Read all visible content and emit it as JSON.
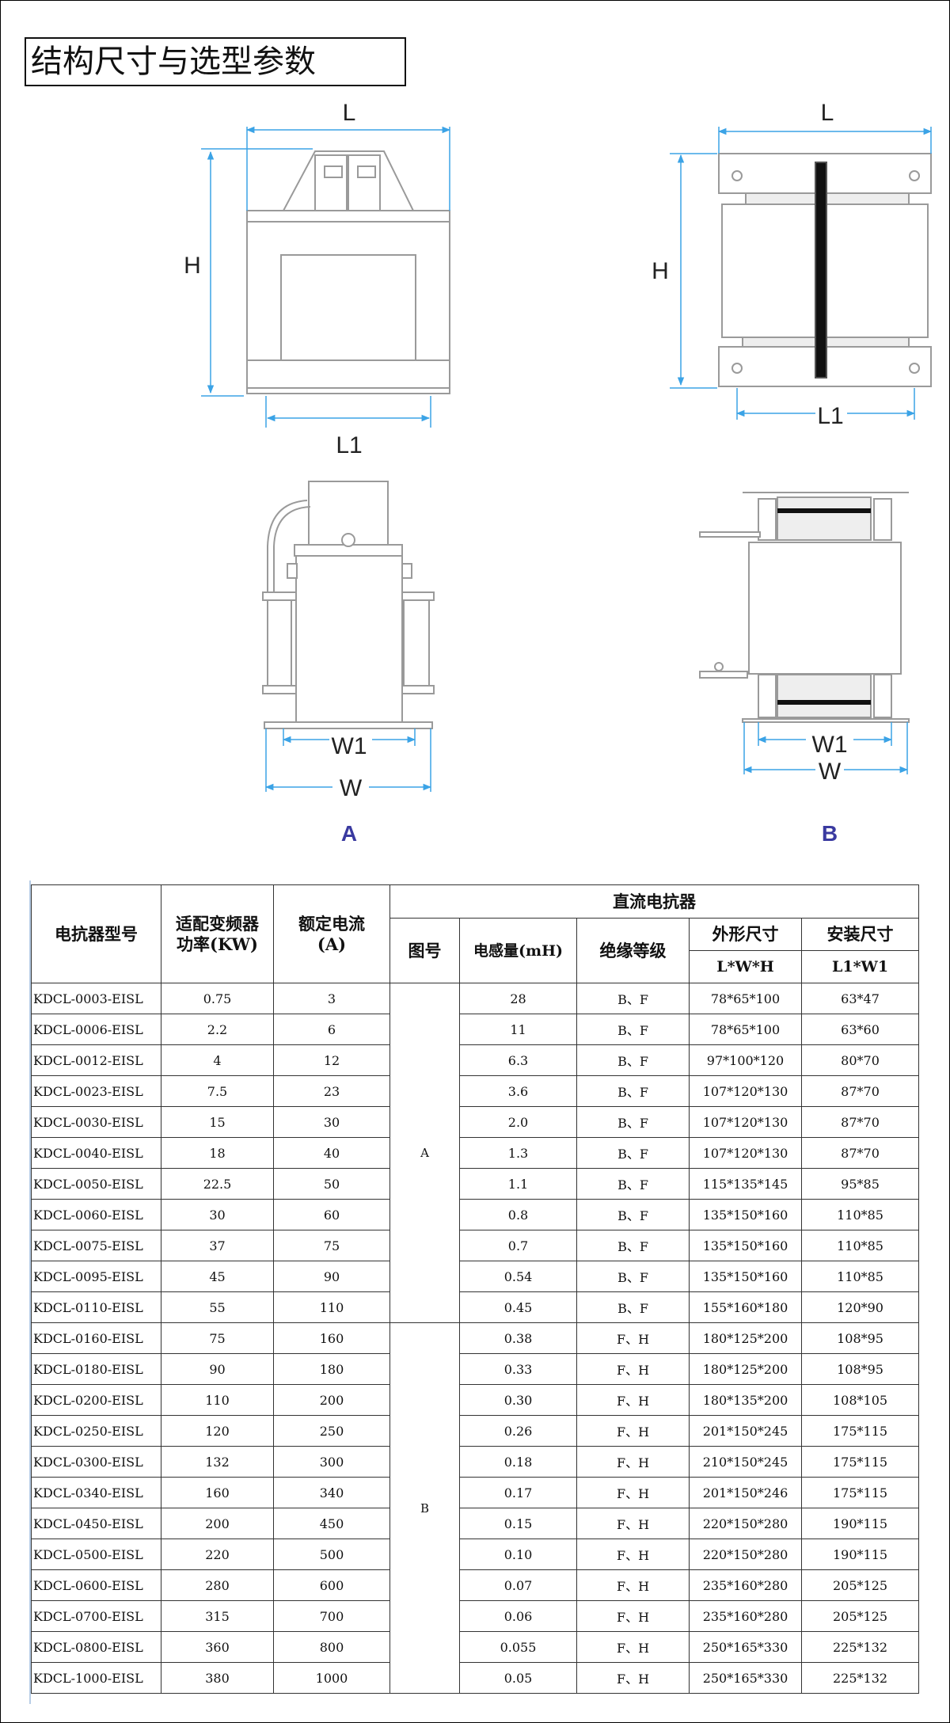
{
  "title": "结构尺寸与选型参数",
  "drawings": {
    "A": {
      "label": "A",
      "dims": {
        "L": "L",
        "H": "H",
        "L1": "L1",
        "W1": "W1",
        "W": "W"
      }
    },
    "B": {
      "label": "B",
      "dims": {
        "L": "L",
        "H": "H",
        "L1": "L1",
        "W1": "W1",
        "W": "W"
      }
    }
  },
  "colors": {
    "dimension_line": "#3ba3e6",
    "figure_label": "#3a3aa0"
  },
  "table": {
    "headers": {
      "model": "电抗器型号",
      "power_line1": "适配变频器",
      "power_line2": "功率(KW)",
      "current_line1": "额定电流",
      "current_line2": "(A)",
      "group": "直流电抗器",
      "figure": "图号",
      "inductance": "电感量(mH)",
      "insulation": "绝缘等级",
      "outline": "外形尺寸",
      "outline_sub": "L*W*H",
      "mount": "安装尺寸",
      "mount_sub": "L1*W1"
    },
    "figure_groups": [
      {
        "label": "A",
        "rows": 11
      },
      {
        "label": "B",
        "rows": 12
      }
    ],
    "rows": [
      [
        "KDCL-0003-EISL",
        "0.75",
        "3",
        "28",
        "B、F",
        "78*65*100",
        "63*47"
      ],
      [
        "KDCL-0006-EISL",
        "2.2",
        "6",
        "11",
        "B、F",
        "78*65*100",
        "63*60"
      ],
      [
        "KDCL-0012-EISL",
        "4",
        "12",
        "6.3",
        "B、F",
        "97*100*120",
        "80*70"
      ],
      [
        "KDCL-0023-EISL",
        "7.5",
        "23",
        "3.6",
        "B、F",
        "107*120*130",
        "87*70"
      ],
      [
        "KDCL-0030-EISL",
        "15",
        "30",
        "2.0",
        "B、F",
        "107*120*130",
        "87*70"
      ],
      [
        "KDCL-0040-EISL",
        "18",
        "40",
        "1.3",
        "B、F",
        "107*120*130",
        "87*70"
      ],
      [
        "KDCL-0050-EISL",
        "22.5",
        "50",
        "1.1",
        "B、F",
        "115*135*145",
        "95*85"
      ],
      [
        "KDCL-0060-EISL",
        "30",
        "60",
        "0.8",
        "B、F",
        "135*150*160",
        "110*85"
      ],
      [
        "KDCL-0075-EISL",
        "37",
        "75",
        "0.7",
        "B、F",
        "135*150*160",
        "110*85"
      ],
      [
        "KDCL-0095-EISL",
        "45",
        "90",
        "0.54",
        "B、F",
        "135*150*160",
        "110*85"
      ],
      [
        "KDCL-0110-EISL",
        "55",
        "110",
        "0.45",
        "B、F",
        "155*160*180",
        "120*90"
      ],
      [
        "KDCL-0160-EISL",
        "75",
        "160",
        "0.38",
        "F、H",
        "180*125*200",
        "108*95"
      ],
      [
        "KDCL-0180-EISL",
        "90",
        "180",
        "0.33",
        "F、H",
        "180*125*200",
        "108*95"
      ],
      [
        "KDCL-0200-EISL",
        "110",
        "200",
        "0.30",
        "F、H",
        "180*135*200",
        "108*105"
      ],
      [
        "KDCL-0250-EISL",
        "120",
        "250",
        "0.26",
        "F、H",
        "201*150*245",
        "175*115"
      ],
      [
        "KDCL-0300-EISL",
        "132",
        "300",
        "0.18",
        "F、H",
        "210*150*245",
        "175*115"
      ],
      [
        "KDCL-0340-EISL",
        "160",
        "340",
        "0.17",
        "F、H",
        "201*150*246",
        "175*115"
      ],
      [
        "KDCL-0450-EISL",
        "200",
        "450",
        "0.15",
        "F、H",
        "220*150*280",
        "190*115"
      ],
      [
        "KDCL-0500-EISL",
        "220",
        "500",
        "0.10",
        "F、H",
        "220*150*280",
        "190*115"
      ],
      [
        "KDCL-0600-EISL",
        "280",
        "600",
        "0.07",
        "F、H",
        "235*160*280",
        "205*125"
      ],
      [
        "KDCL-0700-EISL",
        "315",
        "700",
        "0.06",
        "F、H",
        "235*160*280",
        "205*125"
      ],
      [
        "KDCL-0800-EISL",
        "360",
        "800",
        "0.055",
        "F、H",
        "250*165*330",
        "225*132"
      ],
      [
        "KDCL-1000-EISL",
        "380",
        "1000",
        "0.05",
        "F、H",
        "250*165*330",
        "225*132"
      ]
    ]
  }
}
